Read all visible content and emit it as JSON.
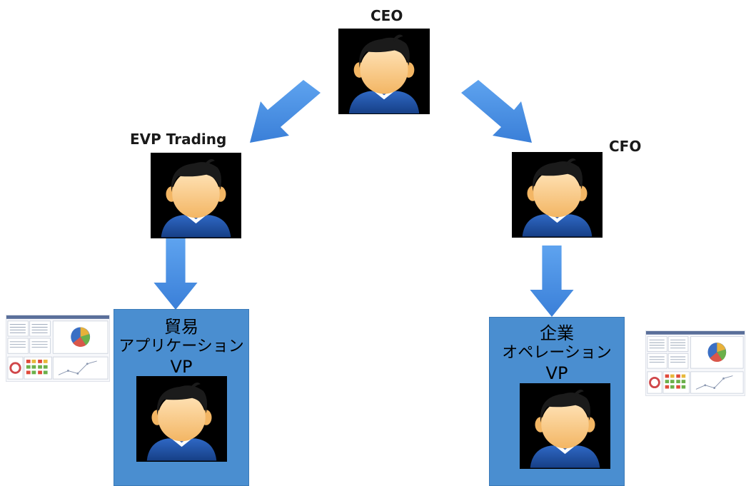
{
  "nodes": {
    "ceo": {
      "label": "CEO"
    },
    "evp": {
      "label": "EVP Trading"
    },
    "cfo": {
      "label": "CFO"
    },
    "vp_trade": {
      "line1": "貿易",
      "line2": "アプリケーション",
      "line3": "VP"
    },
    "vp_ops": {
      "line1": "企業",
      "line2": "オペレーション",
      "line3": "VP"
    }
  },
  "colors": {
    "arrow": "#4a90e2",
    "box": "#4a8ed0",
    "avatar_bg": "#000000",
    "shirt": "#1f4fa0",
    "skin": "#f7c27a",
    "hair": "#1b1b1b"
  },
  "icons": {
    "person": "person-icon",
    "dashboard": "dashboard-thumbnail"
  }
}
